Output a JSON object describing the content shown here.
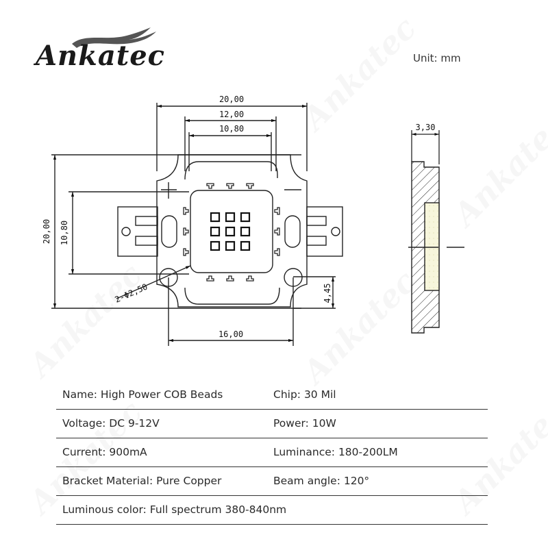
{
  "brand": {
    "logo_text": "Ankatec",
    "watermark_text": "Ankatec"
  },
  "unit_label": "Unit: mm",
  "drawing": {
    "front_view": {
      "dim_width_overall": "20,00",
      "dim_width_inner": "12,00",
      "dim_width_die": "10,80",
      "dim_height_overall": "20,00",
      "dim_height_die": "10,80",
      "dim_hole_spacing": "16,00",
      "dim_hole_offset": "4,45",
      "dim_hole_diameter": "2-Φ2,50",
      "polarity_positive": "+",
      "polarity_negative": "—",
      "led_grid": "3x3"
    },
    "side_view": {
      "dim_thickness": "3,30"
    }
  },
  "specs": {
    "rows": [
      {
        "left": "Name: High Power COB Beads",
        "right": "Chip: 30 Mil"
      },
      {
        "left": "Voltage: DC 9-12V",
        "right": "Power: 10W"
      },
      {
        "left": "Current: 900mA",
        "right": "Luminance: 180-200LM"
      },
      {
        "left": "Bracket Material: Pure Copper",
        "right": "Beam angle: 120°"
      },
      {
        "left": "Luminous color: Full spectrum 380-840nm",
        "right": ""
      }
    ]
  },
  "colors": {
    "line": "#222222",
    "phosphor_fill": "#f7f6dc",
    "rule": "#333333"
  }
}
